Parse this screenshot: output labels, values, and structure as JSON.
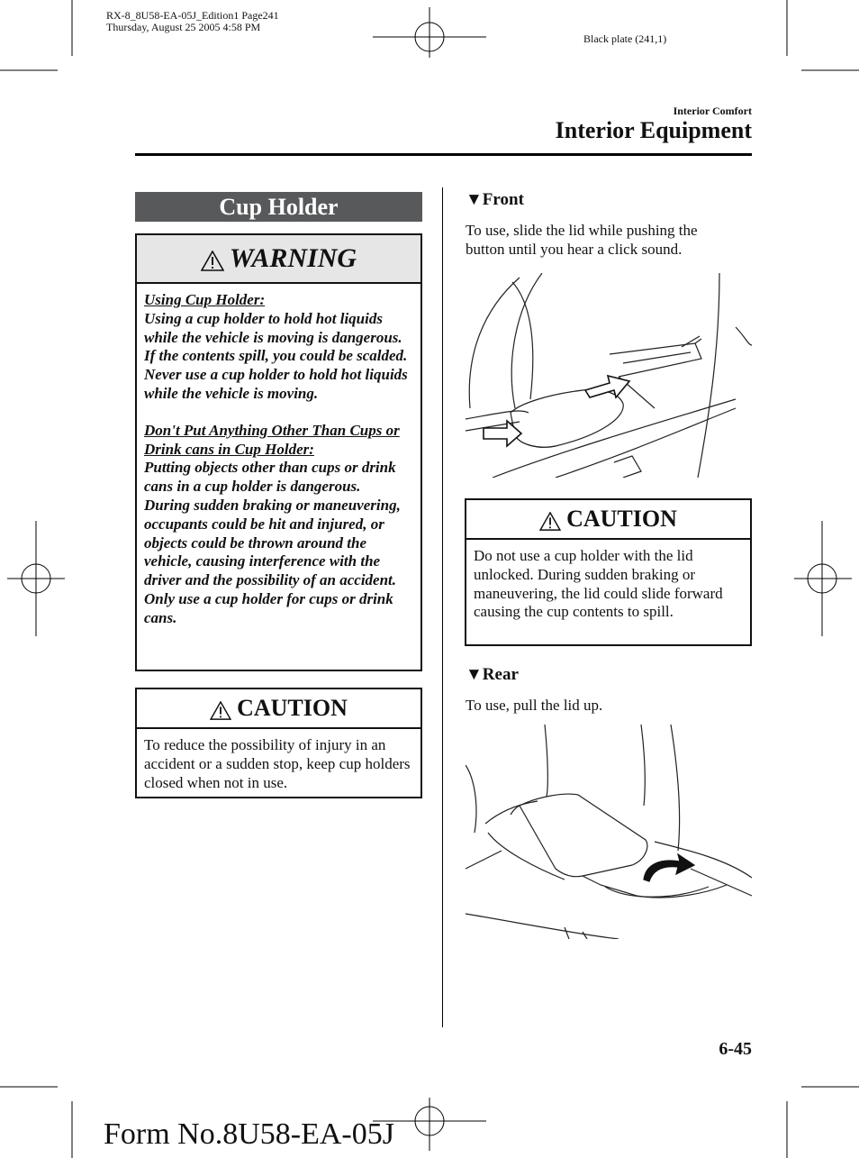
{
  "print_meta": {
    "file_line": "RX-8_8U58-EA-05J_Edition1 Page241",
    "date_line": "Thursday, August 25 2005 4:58 PM",
    "plate": "Black plate (241,1)"
  },
  "header": {
    "chapter": "Interior Comfort",
    "title": "Interior Equipment"
  },
  "section": {
    "title": "Cup Holder"
  },
  "warning": {
    "label": "WARNING",
    "p1_heading": "Using Cup Holder:",
    "p1_text": "Using a cup holder to hold hot liquids while the vehicle is moving is dangerous. If the contents spill, you could be scalded. Never use a cup holder to hold hot liquids while the vehicle is moving.",
    "p2_heading": "Don't Put Anything Other Than Cups or Drink cans in Cup Holder:",
    "p2_text1": "Putting objects other than cups or drink cans in a cup holder is dangerous.",
    "p2_text2": "During sudden braking or maneuvering, occupants could be hit and injured, or objects could be thrown around the vehicle, causing interference with the driver and the possibility of an accident. Only use a cup holder for cups or drink cans."
  },
  "caution_left": {
    "label": "CAUTION",
    "text": "To reduce the possibility of injury in an accident or a sudden stop, keep cup holders closed when not in use."
  },
  "front": {
    "heading": "▼Front",
    "text": "To use, slide the lid while pushing the button until you hear a click sound."
  },
  "caution_right": {
    "label": "CAUTION",
    "text": "Do not use a cup holder with the lid unlocked. During sudden braking or maneuvering, the lid could slide forward causing the cup contents to spill."
  },
  "rear": {
    "heading": "▼Rear",
    "text": "To use, pull the lid up."
  },
  "page_number": "6-45",
  "form_number": "Form No.8U58-EA-05J"
}
